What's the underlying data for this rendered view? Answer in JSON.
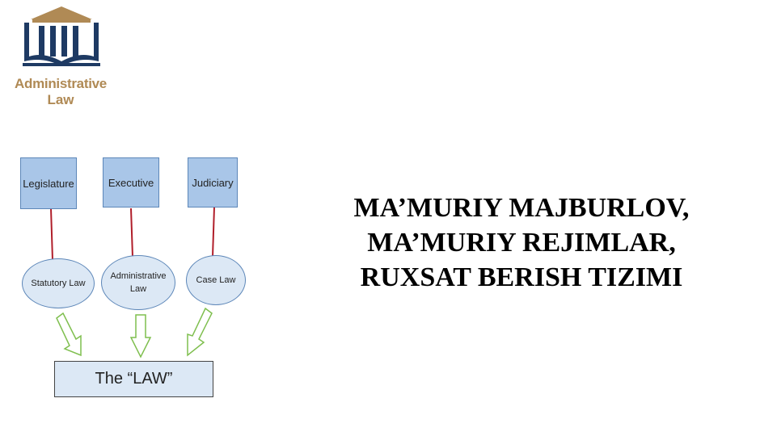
{
  "logo": {
    "line1": "Administrative",
    "line2": "Law",
    "colors": {
      "building": "#1e3a63",
      "text": "#b08a55"
    }
  },
  "diagram": {
    "branches": [
      {
        "label": "Legislature"
      },
      {
        "label": "Executive"
      },
      {
        "label": "Judiciary"
      }
    ],
    "sources": [
      {
        "label": "Statutory Law"
      },
      {
        "line1": "Administrative",
        "line2": "Law"
      },
      {
        "label": "Case Law"
      }
    ],
    "law": "The “LAW”",
    "colors": {
      "box_fill": "#a9c6e8",
      "ellipse_fill": "#dce8f5",
      "connector": "#b01e2a",
      "arrow": "#7fbf4f"
    }
  },
  "title": {
    "line1": "MA’MURIY MAJBURLOV,",
    "line2": "MA’MURIY REJIMLAR,",
    "line3": "RUXSAT BERISH TIZIMI"
  }
}
